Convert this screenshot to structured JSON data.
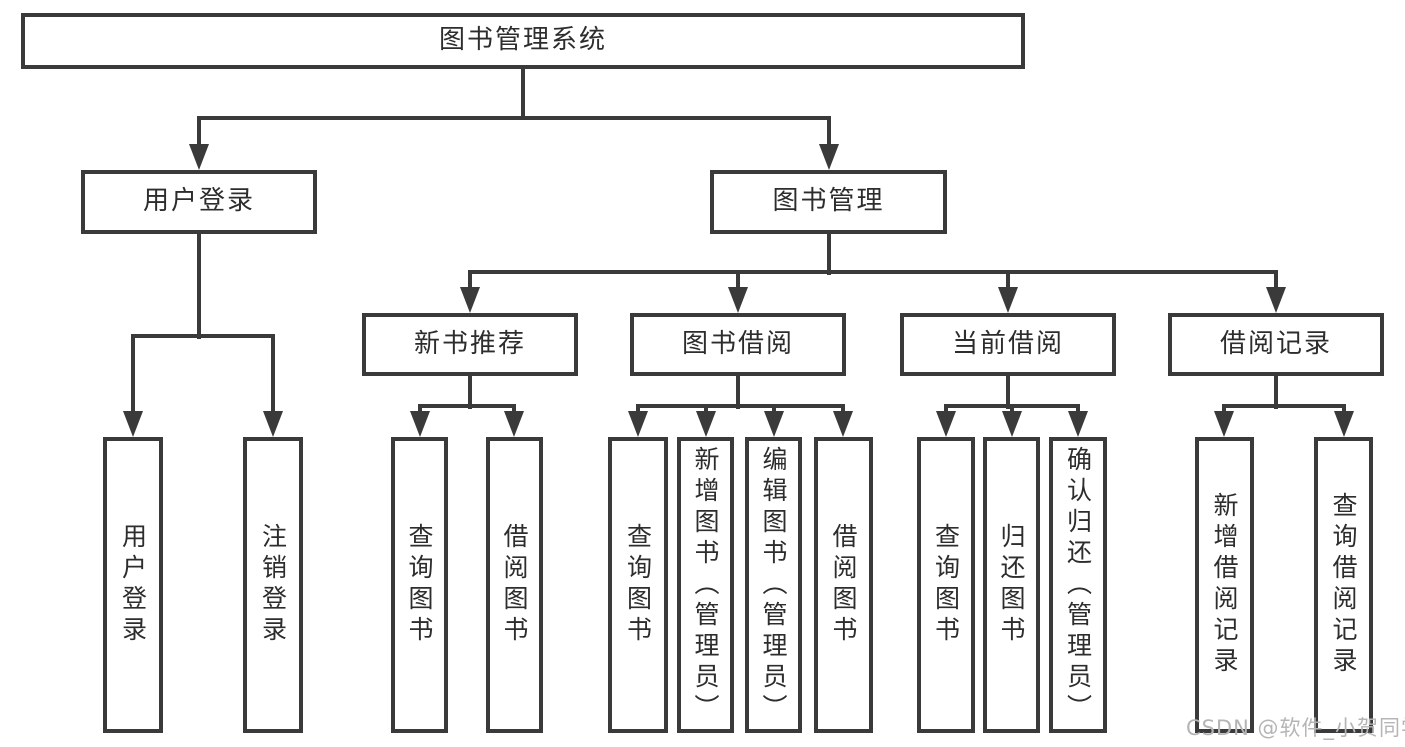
{
  "tree": {
    "label": "图书管理系统",
    "children": [
      {
        "label": "用户登录",
        "children": [
          {
            "label": "用户登录"
          },
          {
            "label": "注销登录"
          }
        ]
      },
      {
        "label": "图书管理",
        "children": [
          {
            "label": "新书推荐",
            "children": [
              {
                "label": "查询图书"
              },
              {
                "label": "借阅图书"
              }
            ]
          },
          {
            "label": "图书借阅",
            "children": [
              {
                "label": "查询图书"
              },
              {
                "label": "新增图书（管理员）"
              },
              {
                "label": "编辑图书（管理员）"
              },
              {
                "label": "借阅图书"
              }
            ]
          },
          {
            "label": "当前借阅",
            "children": [
              {
                "label": "查询图书"
              },
              {
                "label": "归还图书"
              },
              {
                "label": "确认归还（管理员）"
              }
            ]
          },
          {
            "label": "借阅记录",
            "children": [
              {
                "label": "新增借阅记录"
              },
              {
                "label": "查询借阅记录"
              }
            ]
          }
        ]
      }
    ]
  },
  "watermark": {
    "text": "CSDN @软件_小贺同学",
    "color": "#b5b5b5"
  },
  "colors": {
    "line": "#3a3a3a",
    "text": "#2d2d2d",
    "background": "#ffffff"
  }
}
